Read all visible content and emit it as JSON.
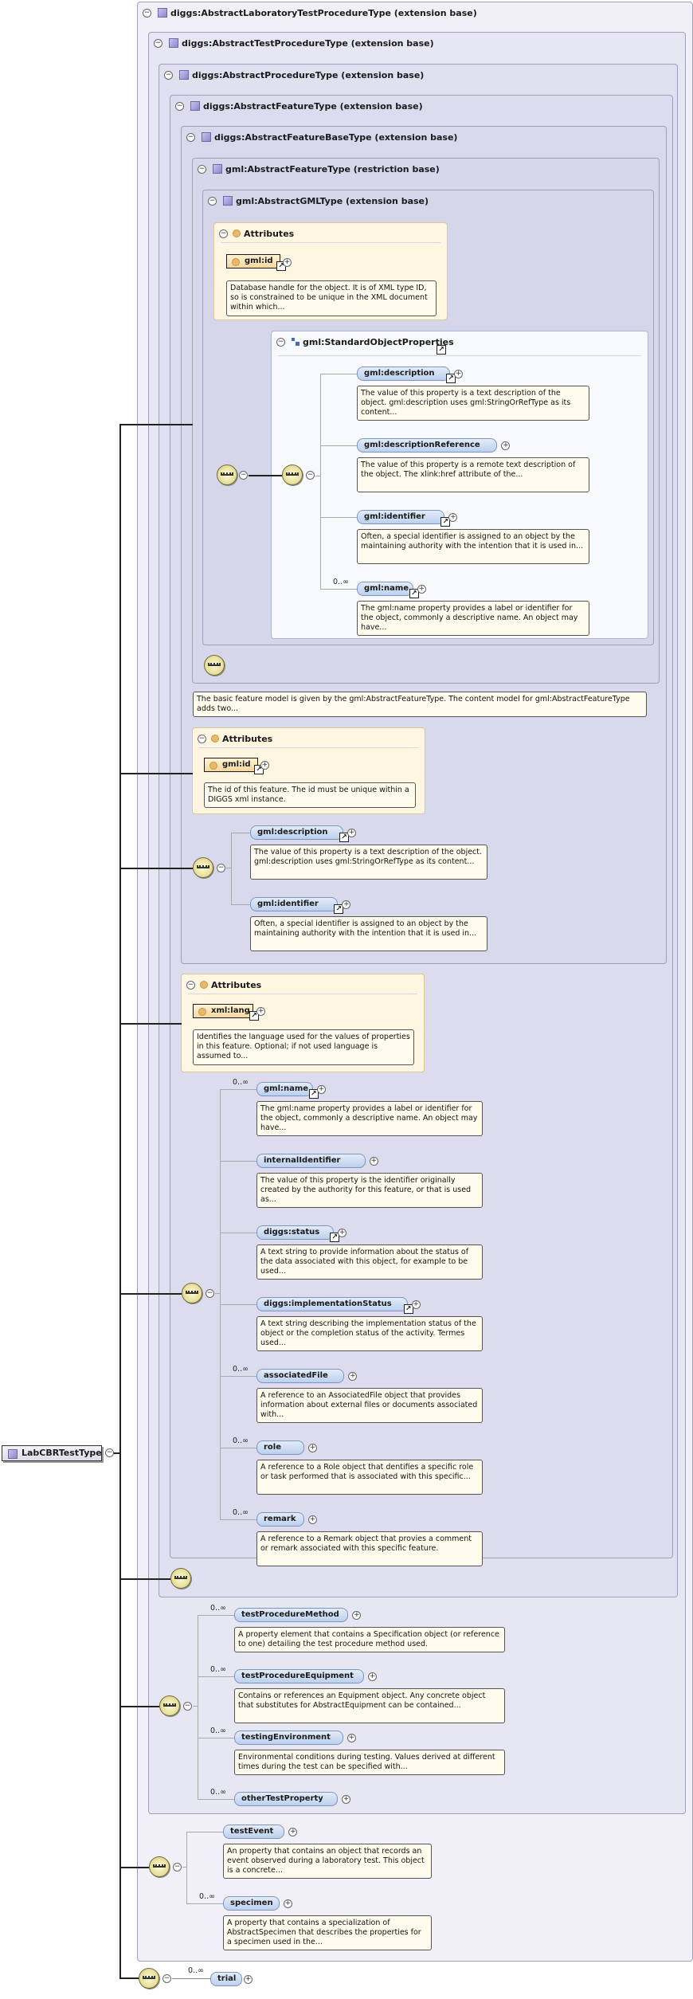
{
  "root": {
    "label": "LabCBRTestType"
  },
  "boxes": {
    "b0": "diggs:AbstractLaboratoryTestProcedureType (extension base)",
    "b1": "diggs:AbstractTestProcedureType (extension base)",
    "b2": "diggs:AbstractProcedureType (extension base)",
    "b3": "diggs:AbstractFeatureType (extension base)",
    "b4": "diggs:AbstractFeatureBaseType (extension base)",
    "b5": "gml:AbstractFeatureType (restriction base)",
    "b6": "gml:AbstractGMLType (extension base)"
  },
  "attr_title": "Attributes",
  "gml_id_1": {
    "label": "gml:id",
    "desc": "Database handle for the object. It is of XML type ID, so is constrained to be unique in the XML document within which..."
  },
  "std_props": {
    "title": "gml:StandardObjectProperties",
    "items": [
      {
        "label": "gml:description",
        "card": "",
        "desc": "The value of this property is a text description of the object. gml:description uses gml:StringOrRefType as its content..."
      },
      {
        "label": "gml:descriptionReference",
        "card": "",
        "desc": "The value of this property is a remote text description of the object. The xlink:href attribute of the..."
      },
      {
        "label": "gml:identifier",
        "card": "",
        "desc": "Often, a special identifier is assigned to an object by the maintaining authority with the intention that it is used in..."
      },
      {
        "label": "gml:name",
        "card": "0..∞",
        "desc": "The gml:name property provides a label or identifier for the object, commonly a descriptive name. An object may have..."
      }
    ]
  },
  "feature_desc": "The basic feature model is given by the gml:AbstractFeatureType. The content model for gml:AbstractFeatureType adds two...",
  "gml_id_2": {
    "label": "gml:id",
    "desc": "The id of this feature. The id must be unique within a DIGGS xml instance."
  },
  "base_seq": [
    {
      "label": "gml:description",
      "desc": "The value of this property is a text description of the object. gml:description uses gml:StringOrRefType as its content..."
    },
    {
      "label": "gml:identifier",
      "desc": "Often, a special identifier is assigned to an object by the maintaining authority with the intention that it is used in..."
    }
  ],
  "xml_lang": {
    "label": "xml:lang",
    "desc": "Identifies the language used for the values of properties in this feature. Optional; if not used language is assumed to..."
  },
  "feature_seq": [
    {
      "label": "gml:name",
      "card": "0..∞",
      "desc": "The gml:name property provides a label or identifier for the object, commonly a descriptive name. An object may have..."
    },
    {
      "label": "internalIdentifier",
      "card": "",
      "desc": "The value of this property is the identifier originally created by the authority for this feature, or that is used as..."
    },
    {
      "label": "diggs:status",
      "card": "",
      "desc": "A text string to provide information about the status of the data associated with this object, for example to be used..."
    },
    {
      "label": "diggs:implementationStatus",
      "card": "",
      "desc": "A text string describing the implementation status of the object or the completion status of the activity. Termes used..."
    },
    {
      "label": "associatedFile",
      "card": "0..∞",
      "desc": "A reference to an AssociatedFile object that provides information about external files or documents associated with..."
    },
    {
      "label": "role",
      "card": "0..∞",
      "desc": "A reference to a Role object that dentifies a specific role or task performed that is associated with this specific..."
    },
    {
      "label": "remark",
      "card": "0..∞",
      "desc": "A reference to a Remark object that provies a comment or remark associated with this specific feature."
    }
  ],
  "test_seq": [
    {
      "label": "testProcedureMethod",
      "card": "0..∞",
      "desc": "A property element that contains a Specification object (or reference to one) detailing the test procedure method used."
    },
    {
      "label": "testProcedureEquipment",
      "card": "0..∞",
      "desc": "Contains or references an Equipment object. Any concrete object that substitutes for AbstractEquipment can be contained..."
    },
    {
      "label": "testingEnvironment",
      "card": "0..∞",
      "desc": "Environmental conditions during testing. Values derived at different times during the test can be specified with..."
    },
    {
      "label": "otherTestProperty",
      "card": "0..∞",
      "desc": ""
    }
  ],
  "lab_seq": [
    {
      "label": "testEvent",
      "card": "",
      "desc": "An property that contains an object that records an event observed during a laboratory test. This object is a concrete..."
    },
    {
      "label": "specimen",
      "card": "0..∞",
      "desc": "A property that contains a specialization of AbstractSpecimen that describes the properties for a specimen used in the..."
    }
  ],
  "trial": {
    "label": "trial",
    "card": "0..∞"
  }
}
